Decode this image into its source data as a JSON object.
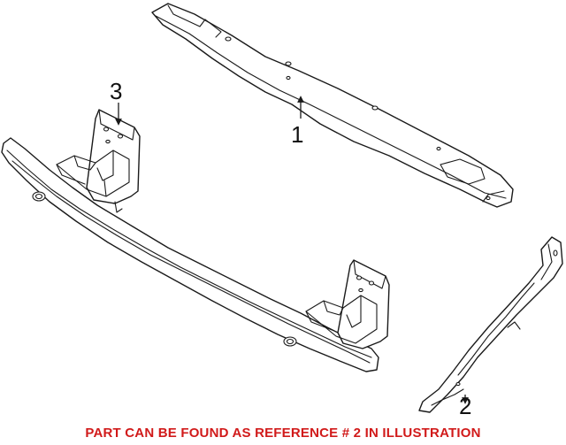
{
  "callouts": {
    "part_1": "1",
    "part_2": "2",
    "part_3": "3"
  },
  "footer": {
    "note": "PART CAN BE FOUND AS REFERENCE # 2 IN ILLUSTRATION",
    "note_color": "#d11a1a"
  },
  "line_color": "#1a1a1a"
}
